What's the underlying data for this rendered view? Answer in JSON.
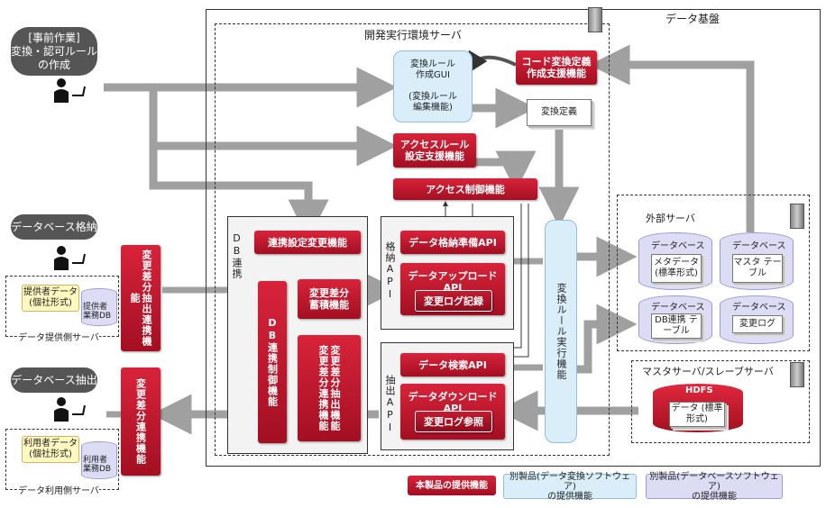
{
  "regions": {
    "data_platform": "データ基盤",
    "dev_server": "開発実行環境サーバ",
    "external_server": "外部サーバ",
    "master_slave_server": "マスタサーバ/スレーブサーバ",
    "provider_server": "データ提供側サーバ",
    "user_server": "データ利用側サーバ",
    "db_link": "DB連携",
    "store_api": "格納API",
    "extract_api": "抽出API"
  },
  "bubbles": {
    "prework": "[事前作業]\n変換・認可ルール\nの作成",
    "db_store": "データベース格納",
    "db_extract": "データベース抽出"
  },
  "functions": {
    "code_conv": "コード変換定義\n作成支援機能",
    "access_rule": "アクセスルール\n設定支援機能",
    "access_ctrl": "アクセス制御機能",
    "link_change": "連携設定変更機能",
    "diff_extract": "変更差分抽出連携機能",
    "diff_store": "変更差分\n蓄積機能",
    "db_ctrl": "DB連携制御機能",
    "diff_extract_link": "変更差分抽出機能\n変更差分連携機能",
    "diff_link": "変更差分連携機能",
    "store_prep": "データ格納準備API",
    "upload": "データアップロードAPI",
    "change_log": "変更ログ記録",
    "search": "データ検索API",
    "download": "データダウンロードAPI",
    "log_ref": "変更ログ参照"
  },
  "blue_boxes": {
    "conv_gui": "変換ルール\n作成GUI\n\n(変換ルール\n編集機能)",
    "rule_exec": "変換ルール実行機能"
  },
  "docs": {
    "conv_def": "変換定義",
    "metadata": "メタデータ\n(標準形式)",
    "master_table": "マスタ\nテーブル",
    "db_link_table": "DB連携\nテーブル",
    "change_log": "変更ログ",
    "hdfs_data": "データ\n(標準形式)"
  },
  "databases": {
    "db1": "データベース",
    "db2": "データベース",
    "db3": "データベース",
    "db4": "データベース",
    "hdfs": "HDFS",
    "provider_db": "提供者\n業務DB",
    "user_db": "利用者\n業務DB"
  },
  "yellow_boxes": {
    "provider_data": "提供者データ\n(個社形式)",
    "user_data": "利用者データ\n(個社形式)"
  },
  "legend": {
    "ours": "本製品の提供機能",
    "conv_sw": "別製品(データ変換ソフトウェア)\nの提供機能",
    "db_sw": "別製品(データベースソフトウェア)\nの提供機能"
  },
  "colors": {
    "red": "#c01a2e",
    "blue": "#d9eef8",
    "lavender": "#dcdcf5",
    "arrow": "#a0a0a0"
  }
}
